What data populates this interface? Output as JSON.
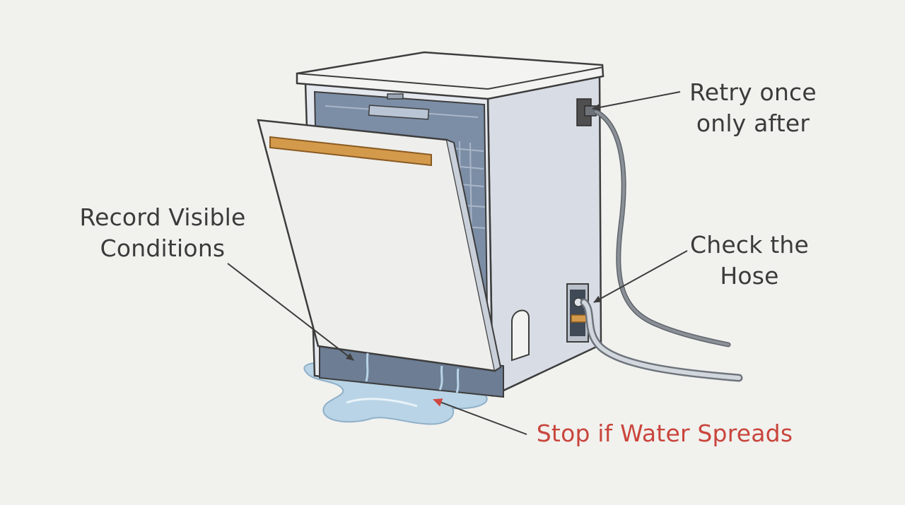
{
  "callouts": {
    "record": {
      "line1": "Record Visible",
      "line2": "Conditions"
    },
    "retry": {
      "line1": "Retry once",
      "line2": "only after"
    },
    "hose": {
      "line1": "Check the",
      "line2": "Hose"
    },
    "stop": {
      "text": "Stop if Water Spreads"
    }
  },
  "colors": {
    "background": "#f1f1ee",
    "outline": "#3d3d3d",
    "cabinet": "#e4e8ee",
    "cabinet_side": "#d8dde5",
    "interior": "#7c8ea6",
    "door": "#eeeeec",
    "handle": "#d49a4c",
    "water": "#b9d4e6",
    "cord": "#8b9097",
    "warning_text": "#c9453c",
    "label_text": "#3b3b3b"
  }
}
